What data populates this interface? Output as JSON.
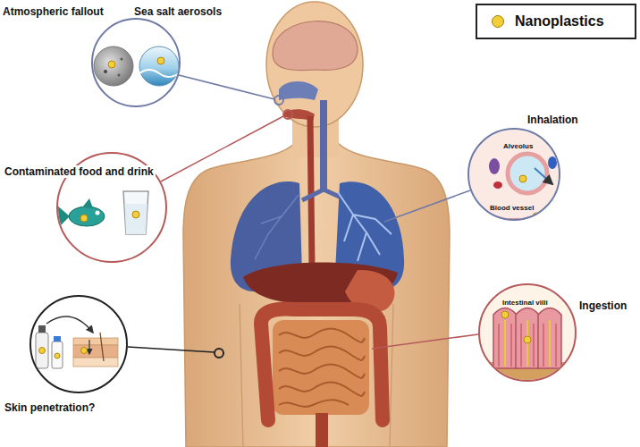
{
  "diagram": {
    "nodes": [
      {
        "text": [
          "Atmospheric fallout",
          "Sea salt aerosols"
        ]
      },
      {
        "text": [
          "Contaminated food and drink"
        ]
      },
      {
        "text": [
          "Inhalation",
          "Alveolus",
          "Blood vessel"
        ]
      },
      {
        "text": [
          "Ingestion",
          "Intestinal villi"
        ]
      },
      {
        "text": [
          "Skin penetration?"
        ]
      }
    ],
    "legend": [
      {
        "text": "Nanoplastics",
        "color": "#f2cf3a"
      }
    ]
  }
}
